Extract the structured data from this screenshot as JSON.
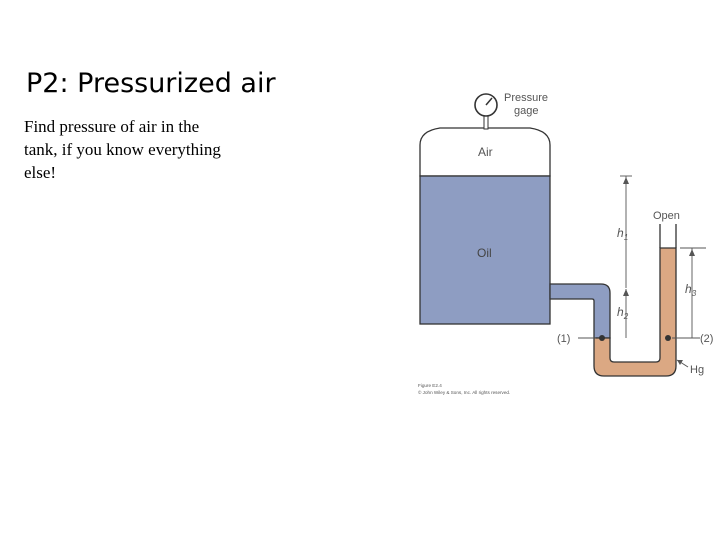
{
  "slide": {
    "title": "P2: Pressurized air",
    "body": "Find pressure of air in the tank, if you know everything else!"
  },
  "diagram": {
    "labels": {
      "pressure_gage_line1": "Pressure",
      "pressure_gage_line2": "gage",
      "air": "Air",
      "oil": "Oil",
      "open": "Open",
      "h1": "h",
      "h1_sub": "1",
      "h2": "h",
      "h2_sub": "2",
      "h3": "h",
      "h3_sub": "3",
      "point1": "(1)",
      "point2": "(2)",
      "hg": "Hg"
    },
    "caption": {
      "line1": "Figure E2.4",
      "line2": "© John Wiley & Sons, Inc. All rights reserved."
    },
    "colors": {
      "oil": "#8e9dc2",
      "mercury": "#dba883",
      "outline": "#333333"
    }
  }
}
